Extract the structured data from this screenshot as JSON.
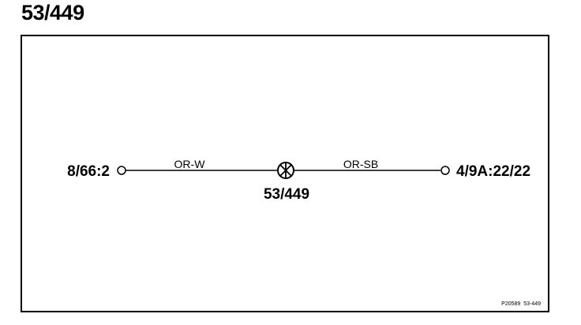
{
  "title": "53/449",
  "left_terminal": {
    "label": "8/66:2"
  },
  "right_terminal": {
    "label": "4/9A:22/22"
  },
  "splice": {
    "label": "53/449",
    "icon": "splice-crossed-circle-icon"
  },
  "wires": [
    {
      "color_code": "OR-W"
    },
    {
      "color_code": "OR-SB"
    }
  ],
  "figure_ref": "P20589  53-449"
}
